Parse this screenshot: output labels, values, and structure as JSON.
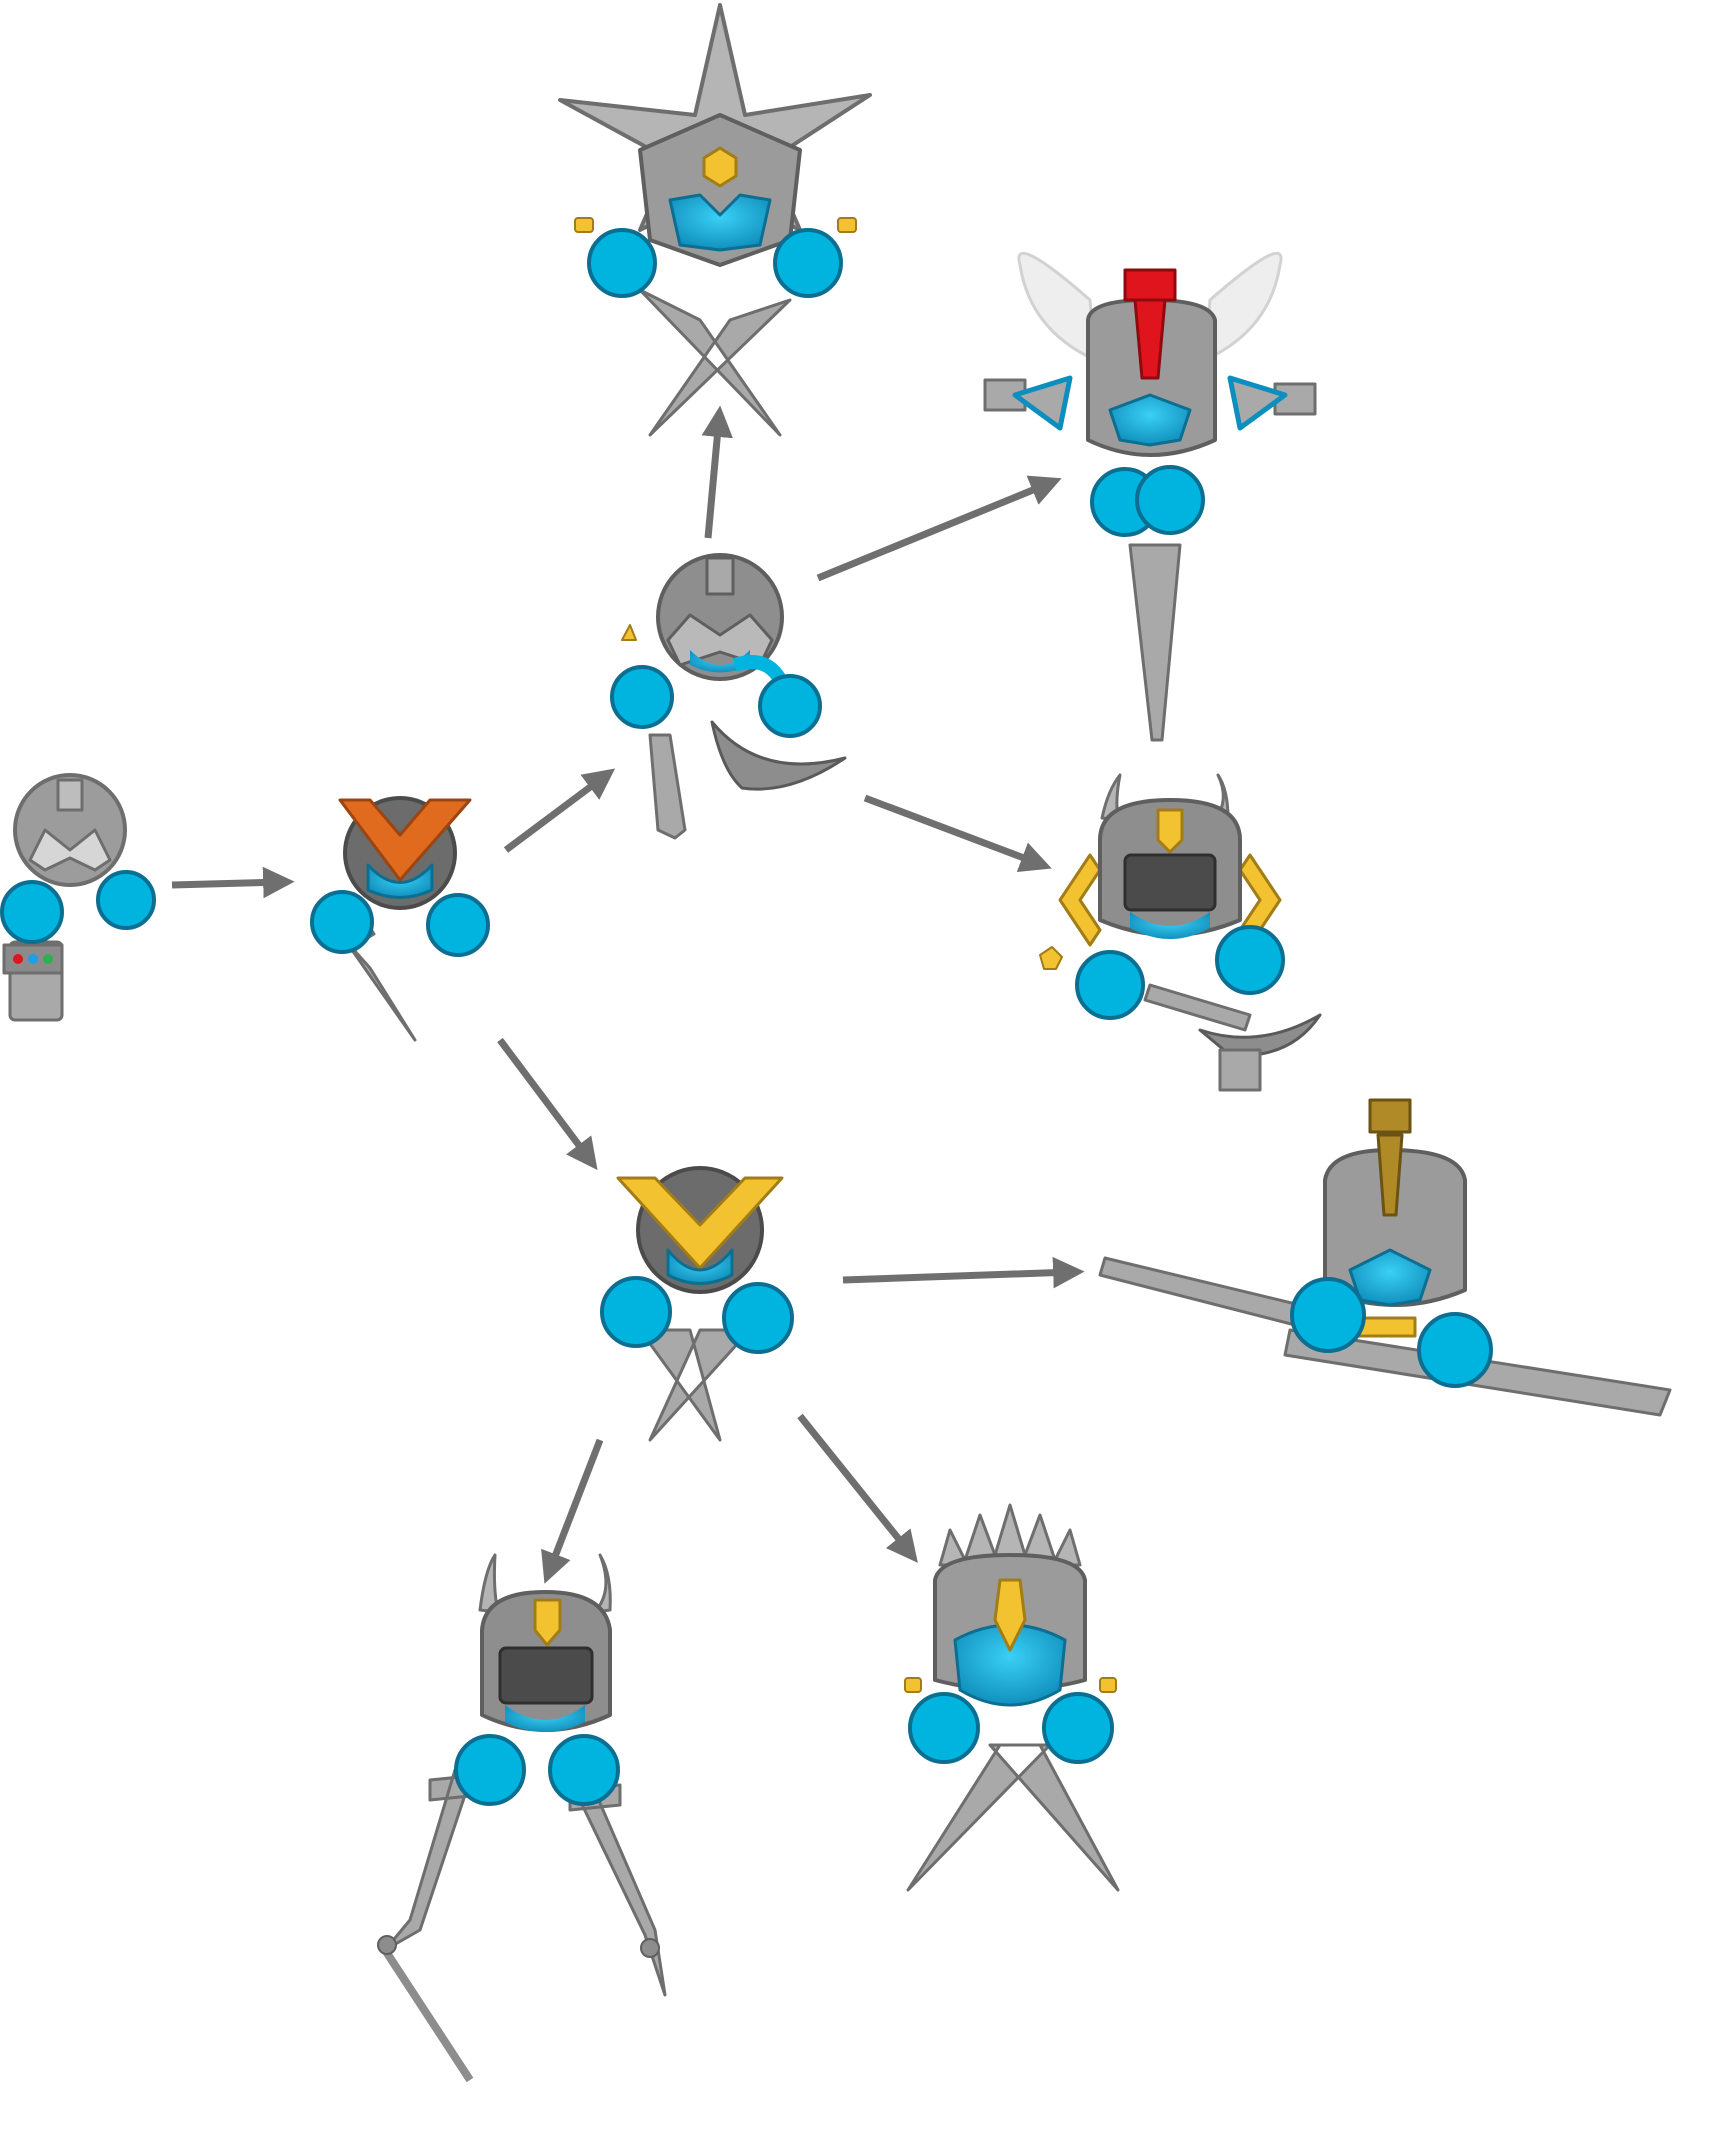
{
  "diagram": {
    "type": "upgrade-tree",
    "colors": {
      "background": "#ffffff",
      "body": "#00b4e0",
      "body_stroke": "#0c6f91",
      "metal": "#a9a9a9",
      "metal_dark": "#6e6e6e",
      "gold": "#f2c230",
      "orange": "#e06a1e",
      "red": "#e0141c",
      "arrow": "#6f6f6f"
    },
    "nodes": [
      {
        "id": "n1",
        "tier": 1,
        "weapon": "gauntlet",
        "crest": "silver-m"
      },
      {
        "id": "n2",
        "tier": 2,
        "weapon": "dagger",
        "crest": "orange-v"
      },
      {
        "id": "n3",
        "tier": 3,
        "weapon": "sword-and-crescent",
        "crest": "silver-m"
      },
      {
        "id": "n4",
        "tier": 3,
        "weapon": "crossed-daggers",
        "crest": "gold-v"
      },
      {
        "id": "n5",
        "tier": 4,
        "weapon": "crossed-blades",
        "crest": "spiked-star-helm"
      },
      {
        "id": "n6",
        "tier": 4,
        "weapon": "lance",
        "crest": "winged-red-plume"
      },
      {
        "id": "n7",
        "tier": 4,
        "weapon": "mace-and-crescent",
        "crest": "horned-knight-helm"
      },
      {
        "id": "n8",
        "tier": 4,
        "weapon": "saw-sword",
        "crest": "gold-plume-helm"
      },
      {
        "id": "n9",
        "tier": 4,
        "weapon": "twin-spears",
        "crest": "horned-knight-helm"
      },
      {
        "id": "n10",
        "tier": 4,
        "weapon": "serrated-blades",
        "crest": "spiked-crown-helm"
      }
    ],
    "edges": [
      {
        "from": "n1",
        "to": "n2"
      },
      {
        "from": "n2",
        "to": "n3"
      },
      {
        "from": "n2",
        "to": "n4"
      },
      {
        "from": "n3",
        "to": "n5"
      },
      {
        "from": "n3",
        "to": "n6"
      },
      {
        "from": "n3",
        "to": "n7"
      },
      {
        "from": "n4",
        "to": "n8"
      },
      {
        "from": "n4",
        "to": "n9"
      },
      {
        "from": "n4",
        "to": "n10"
      }
    ]
  }
}
